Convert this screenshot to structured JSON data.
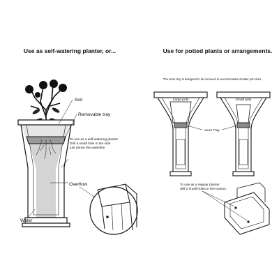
{
  "left": {
    "heading": "Use as self-watering planter, or...",
    "labels": {
      "soil": "Soil",
      "tray": "Removable tray",
      "overflow": "Overflow",
      "water": "Water"
    },
    "instruction": [
      "To use as a self-watering planter",
      "Drill a small hole in the side",
      "just above the waterline"
    ]
  },
  "right": {
    "heading": "Use for potted plants or arrangements.",
    "note": "The inner tray is designed to be removed to accommodate smaller pot sizes",
    "labels": {
      "large_pots": "Large pots",
      "small_pots": "Small pots",
      "inner_tray": "Inner Tray"
    },
    "instruction": [
      "To use as a regular planter",
      "drill 2 small holes in the bottom."
    ]
  }
}
